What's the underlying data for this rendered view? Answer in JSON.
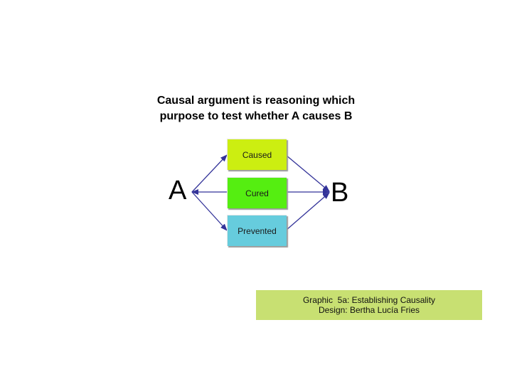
{
  "title": {
    "line1": "Causal argument is reasoning which",
    "line2": "purpose to test whether A causes B"
  },
  "nodes": {
    "a": "A",
    "b": "B"
  },
  "boxes": {
    "caused": "Caused",
    "cured": "Cured",
    "prevented": "Prevented"
  },
  "caption": {
    "line1": "Graphic  5a: Establishing Causality",
    "line2": "Design: Bertha Lucía Fries"
  },
  "colors": {
    "caused_box": "#ccee11",
    "cured_box": "#55ee11",
    "prevented_box": "#66ccdd",
    "arrow": "#333399",
    "caption_bg": "#c8e072"
  }
}
